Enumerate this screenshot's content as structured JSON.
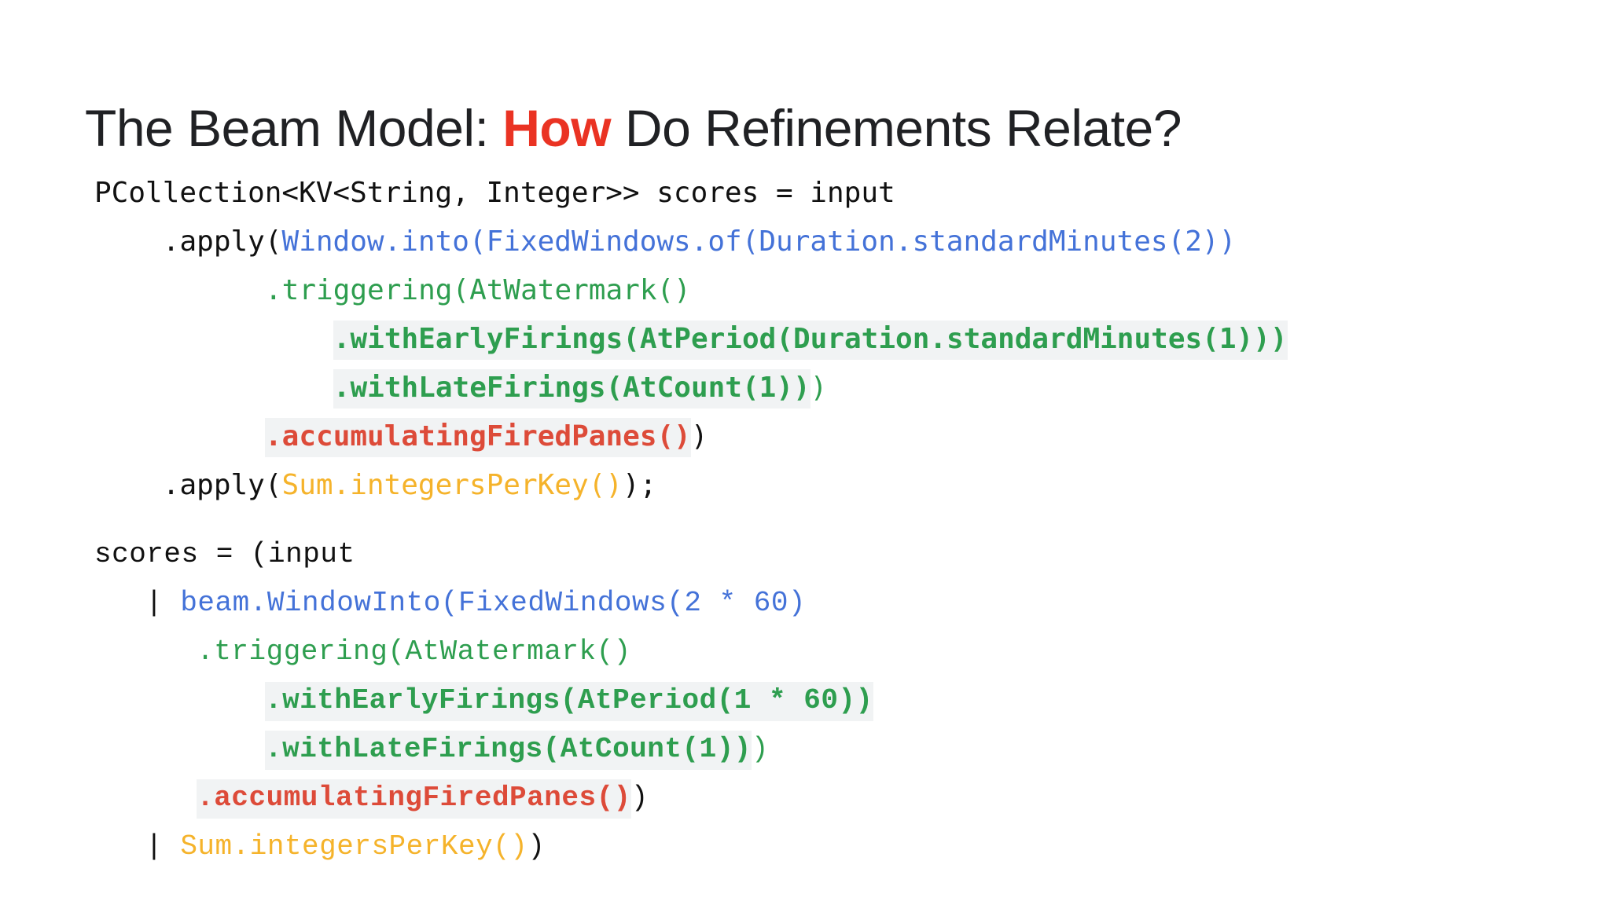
{
  "slide": {
    "title_before": "The Beam Model: ",
    "title_accent": "How",
    "title_after": " Do Refinements Relate?"
  },
  "colors": {
    "accent_red": "#ea3323",
    "code_plain": "#111111",
    "code_blue": "#4472d8",
    "code_green": "#2e9e4f",
    "code_red": "#dd4b39",
    "code_yellow": "#f5b32b",
    "highlight_bg": "#f1f3f4",
    "background": "#ffffff"
  },
  "code": {
    "java": {
      "language": "Java",
      "lines": [
        {
          "indent": 0,
          "tokens": [
            {
              "text": "PCollection<KV<String, Integer>> scores = input",
              "color": "plain",
              "bold": false,
              "highlight": false
            }
          ]
        },
        {
          "indent": 4,
          "tokens": [
            {
              "text": ".apply(",
              "color": "plain",
              "bold": false,
              "highlight": false
            },
            {
              "text": "Window.into(FixedWindows.of(Duration.standardMinutes(2))",
              "color": "blue",
              "bold": false,
              "highlight": false
            }
          ]
        },
        {
          "indent": 10,
          "tokens": [
            {
              "text": ".triggering(AtWatermark()",
              "color": "green",
              "bold": false,
              "highlight": false
            }
          ]
        },
        {
          "indent": 14,
          "tokens": [
            {
              "text": ".withEarlyFirings(AtPeriod(Duration.standardMinutes(1)))",
              "color": "green",
              "bold": true,
              "highlight": true
            }
          ]
        },
        {
          "indent": 14,
          "tokens": [
            {
              "text": ".withLateFirings(AtCount(1))",
              "color": "green",
              "bold": true,
              "highlight": true
            },
            {
              "text": ")",
              "color": "green",
              "bold": false,
              "highlight": false
            }
          ]
        },
        {
          "indent": 10,
          "tokens": [
            {
              "text": ".accumulatingFiredPanes()",
              "color": "red",
              "bold": true,
              "highlight": true
            },
            {
              "text": ")",
              "color": "plain",
              "bold": false,
              "highlight": false
            }
          ]
        },
        {
          "indent": 4,
          "tokens": [
            {
              "text": ".apply(",
              "color": "plain",
              "bold": false,
              "highlight": false
            },
            {
              "text": "Sum.integersPerKey()",
              "color": "yellow",
              "bold": false,
              "highlight": false
            },
            {
              "text": ");",
              "color": "plain",
              "bold": false,
              "highlight": false
            }
          ]
        }
      ]
    },
    "python": {
      "language": "Python",
      "lines": [
        {
          "indent": 0,
          "tokens": [
            {
              "text": "scores = (input",
              "color": "plain",
              "bold": false,
              "highlight": false
            }
          ]
        },
        {
          "indent": 3,
          "tokens": [
            {
              "text": "| ",
              "color": "plain",
              "bold": false,
              "highlight": false
            },
            {
              "text": "beam.WindowInto(FixedWindows(2 * 60)",
              "color": "blue",
              "bold": false,
              "highlight": false
            }
          ]
        },
        {
          "indent": 6,
          "tokens": [
            {
              "text": ".triggering(AtWatermark()",
              "color": "green",
              "bold": false,
              "highlight": false
            }
          ]
        },
        {
          "indent": 10,
          "tokens": [
            {
              "text": ".withEarlyFirings(AtPeriod(1 * 60))",
              "color": "green",
              "bold": true,
              "highlight": true
            }
          ]
        },
        {
          "indent": 10,
          "tokens": [
            {
              "text": ".withLateFirings(AtCount(1))",
              "color": "green",
              "bold": true,
              "highlight": true
            },
            {
              "text": ")",
              "color": "green",
              "bold": false,
              "highlight": false
            }
          ]
        },
        {
          "indent": 6,
          "tokens": [
            {
              "text": ".accumulatingFiredPanes()",
              "color": "red",
              "bold": true,
              "highlight": true
            },
            {
              "text": ")",
              "color": "plain",
              "bold": false,
              "highlight": false
            }
          ]
        },
        {
          "indent": 3,
          "tokens": [
            {
              "text": "| ",
              "color": "plain",
              "bold": false,
              "highlight": false
            },
            {
              "text": "Sum.integersPerKey()",
              "color": "yellow",
              "bold": false,
              "highlight": false
            },
            {
              "text": ")",
              "color": "plain",
              "bold": false,
              "highlight": false
            }
          ]
        }
      ]
    }
  }
}
